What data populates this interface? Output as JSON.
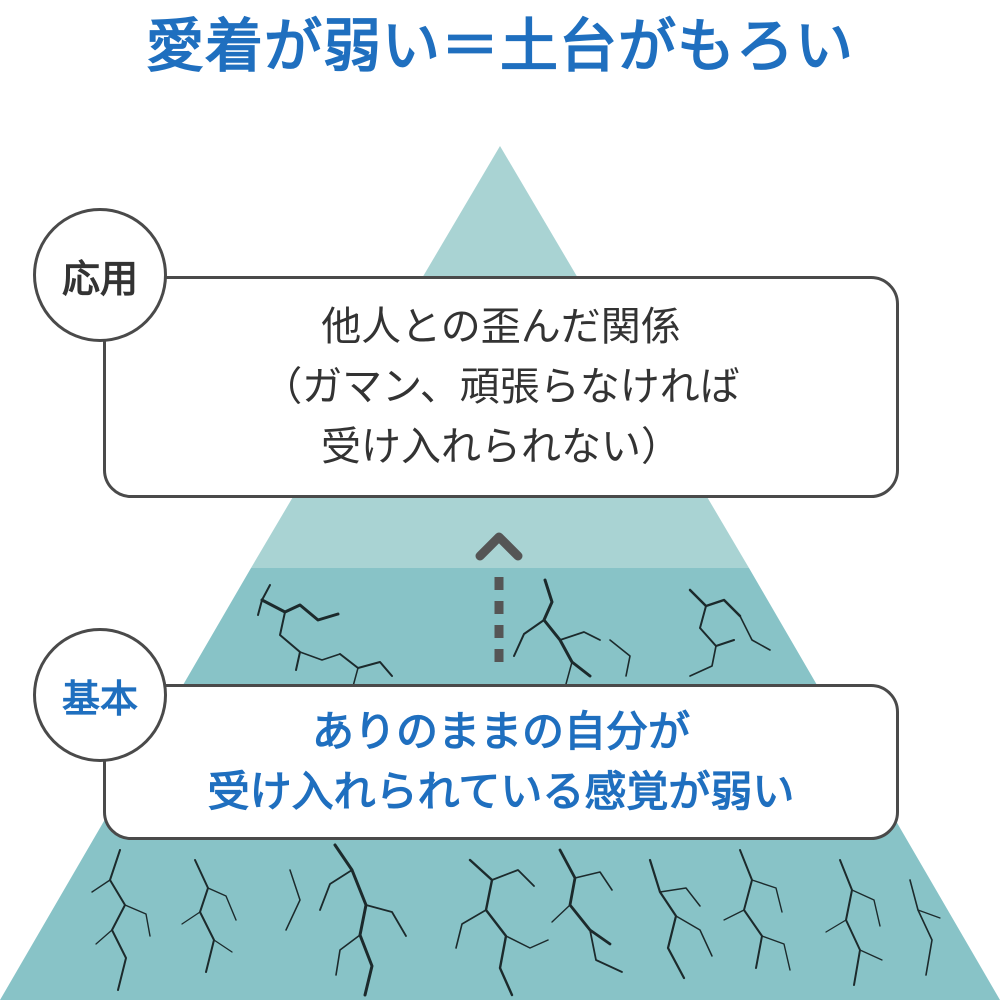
{
  "title": "愛着が弱い＝土台がもろい",
  "levels": {
    "upper": {
      "badge": "応用",
      "lines": [
        "他人との歪んだ関係",
        "（ガマン、頑張らなければ",
        "受け入れられない）"
      ]
    },
    "base": {
      "badge": "基本",
      "lines": [
        "ありのままの自分が",
        "受け入れられている感覚が弱い"
      ]
    }
  },
  "colors": {
    "title": "#1f6fbf",
    "base_text": "#1f6fbf",
    "pyramid_top": "#a9d3d3",
    "pyramid_bottom": "#88c3c7",
    "outline": "#4a4a4a",
    "arrow": "#555555",
    "crack": "#1c2a2c"
  },
  "icons": [
    "dotted-up-arrow-icon",
    "crack-texture-icon"
  ]
}
